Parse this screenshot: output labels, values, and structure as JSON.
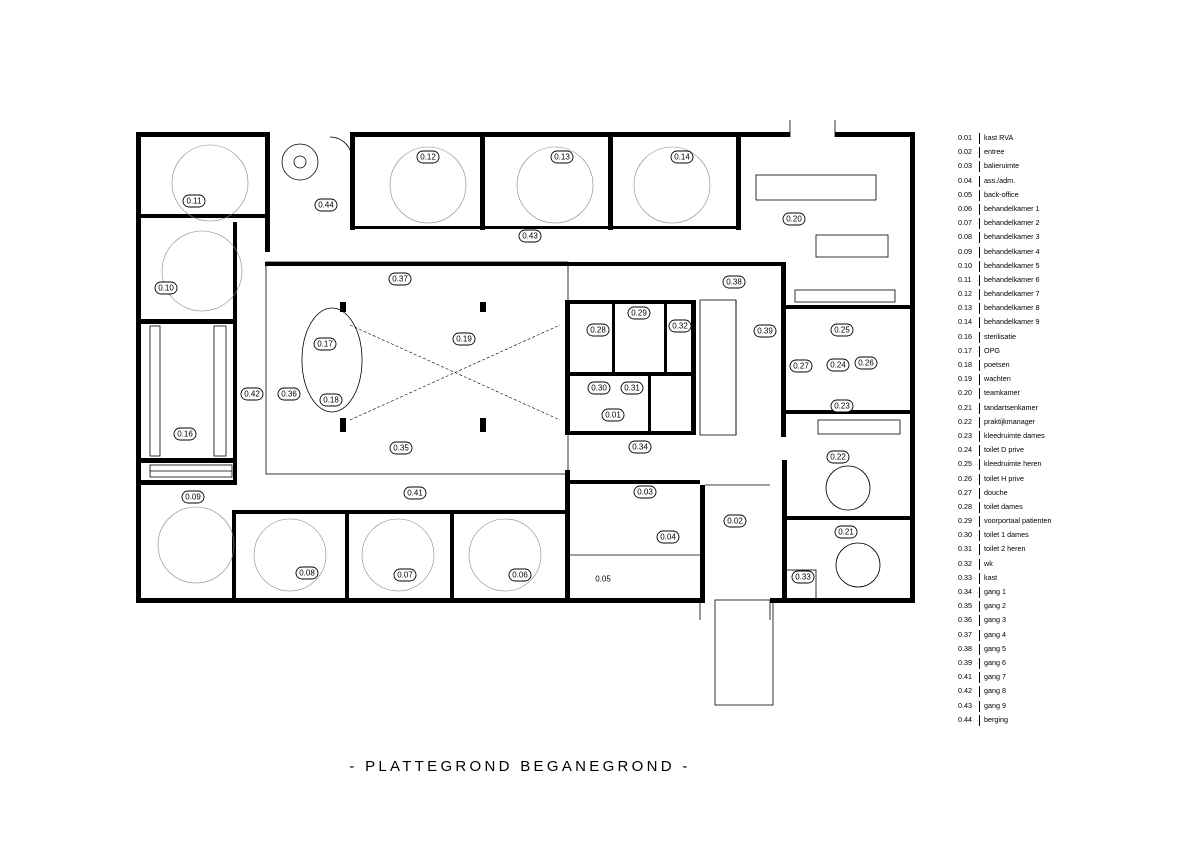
{
  "title": "- PLATTEGROND BEGANEGROND -",
  "plan_labels": [
    "0.11",
    "0.12",
    "0.13",
    "0.14",
    "0.44",
    "0.43",
    "0.20",
    "0.10",
    "0.37",
    "0.38",
    "0.16",
    "0.42",
    "0.36",
    "0.17",
    "0.18",
    "0.19",
    "0.28",
    "0.29",
    "0.32",
    "0.39",
    "0.25",
    "0.27",
    "0.24",
    "0.26",
    "0.30",
    "0.31",
    "0.23",
    "0.01",
    "0.35",
    "0.34",
    "0.22",
    "0.41",
    "0.09",
    "0.03",
    "0.04",
    "0.02",
    "0.21",
    "0.08",
    "0.07",
    "0.06",
    "0.05",
    "0.33"
  ],
  "legend": [
    {
      "code": "0.01",
      "name": "kast RVA"
    },
    {
      "code": "0.02",
      "name": "entree"
    },
    {
      "code": "0.03",
      "name": "balieruimte"
    },
    {
      "code": "0.04",
      "name": "ass./adm."
    },
    {
      "code": "0.05",
      "name": "back-office"
    },
    {
      "code": "0.06",
      "name": "behandelkamer 1"
    },
    {
      "code": "0.07",
      "name": "behandelkamer 2"
    },
    {
      "code": "0.08",
      "name": "behandelkamer 3"
    },
    {
      "code": "0.09",
      "name": "behandelkamer 4"
    },
    {
      "code": "0.10",
      "name": "behandelkamer 5"
    },
    {
      "code": "0.11",
      "name": "behandelkamer 6"
    },
    {
      "code": "0.12",
      "name": "behandelkamer 7"
    },
    {
      "code": "0.13",
      "name": "behandelkamer 8"
    },
    {
      "code": "0.14",
      "name": "behandelkamer 9"
    },
    {
      "code": "0.16",
      "name": "sterilisatie"
    },
    {
      "code": "0.17",
      "name": "OPG"
    },
    {
      "code": "0.18",
      "name": "poetsen"
    },
    {
      "code": "0.19",
      "name": "wachten"
    },
    {
      "code": "0.20",
      "name": "teamkamer"
    },
    {
      "code": "0.21",
      "name": "tandartsenkamer"
    },
    {
      "code": "0.22",
      "name": "praktijkmanager"
    },
    {
      "code": "0.23",
      "name": "kleedruimte dames"
    },
    {
      "code": "0.24",
      "name": "toilet D prive"
    },
    {
      "code": "0.25",
      "name": "kleedruimte heren"
    },
    {
      "code": "0.26",
      "name": "toilet H prive"
    },
    {
      "code": "0.27",
      "name": "douche"
    },
    {
      "code": "0.28",
      "name": "toilet dames"
    },
    {
      "code": "0.29",
      "name": "voorportaal patienten"
    },
    {
      "code": "0.30",
      "name": "toilet 1 dames"
    },
    {
      "code": "0.31",
      "name": "toilet 2 heren"
    },
    {
      "code": "0.32",
      "name": "wk"
    },
    {
      "code": "0.33",
      "name": "kast"
    },
    {
      "code": "0.34",
      "name": "gang 1"
    },
    {
      "code": "0.35",
      "name": "gang 2"
    },
    {
      "code": "0.36",
      "name": "gang 3"
    },
    {
      "code": "0.37",
      "name": "gang 4"
    },
    {
      "code": "0.38",
      "name": "gang 5"
    },
    {
      "code": "0.39",
      "name": "gang 6"
    },
    {
      "code": "0.41",
      "name": "gang 7"
    },
    {
      "code": "0.42",
      "name": "gang 8"
    },
    {
      "code": "0.43",
      "name": "gang 9"
    },
    {
      "code": "0.44",
      "name": "berging"
    }
  ]
}
